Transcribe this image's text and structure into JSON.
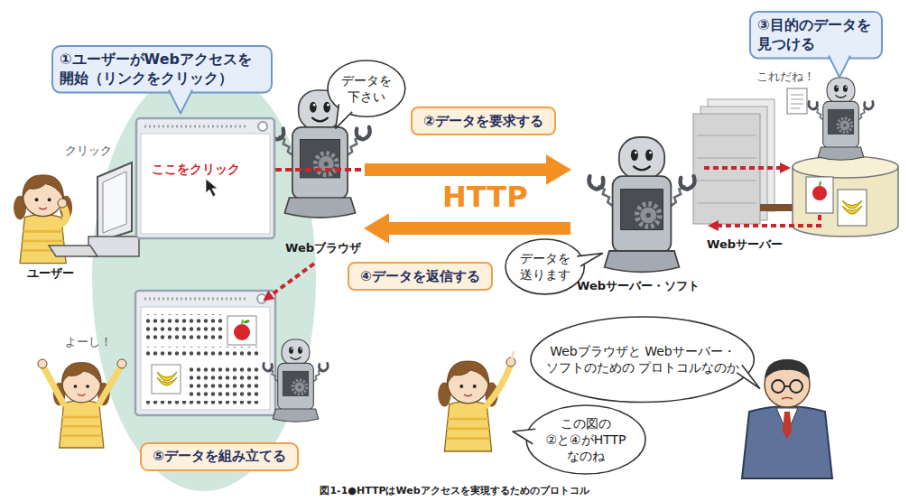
{
  "diagram": {
    "caption": "図1-1●HTTPはWebアクセスを実現するためのプロトコル",
    "nodes": [
      {
        "text": [
          "①ユーザーがWebアクセスを 開始（リンクをクリック）"
        ]
      },
      {
        "text": [
          "ここをクリック"
        ]
      },
      {
        "text": [
          "Webブラウザ"
        ]
      },
      {
        "text": [
          "データを 下さい"
        ]
      },
      {
        "text": [
          "③目的のデータを 見つける"
        ]
      },
      {
        "text": [
          "Webサーバー"
        ]
      },
      {
        "text": [
          "Webサーバー・ソフト"
        ]
      },
      {
        "text": [
          "データを 送ります"
        ]
      },
      {
        "text": [
          "⑤データを組み立てる"
        ]
      },
      {
        "text": [
          "Webブラウザと Webサーバー・ソフトのための プロトコルなのか"
        ]
      },
      {
        "text": [
          "この図の ②と④がHTTP なのね"
        ]
      }
    ],
    "edges": [
      {
        "from": 1,
        "to": 2,
        "arrow": "none"
      },
      {
        "from": 2,
        "to": 6,
        "label": "②データを要求する",
        "arrow": "to"
      },
      {
        "from": 6,
        "to": 2,
        "label": "④データを返信する",
        "arrow": "to"
      }
    ],
    "labels": [
      "クリック",
      "ユーザー",
      "HTTP",
      "これだね！",
      "よーし！"
    ]
  }
}
